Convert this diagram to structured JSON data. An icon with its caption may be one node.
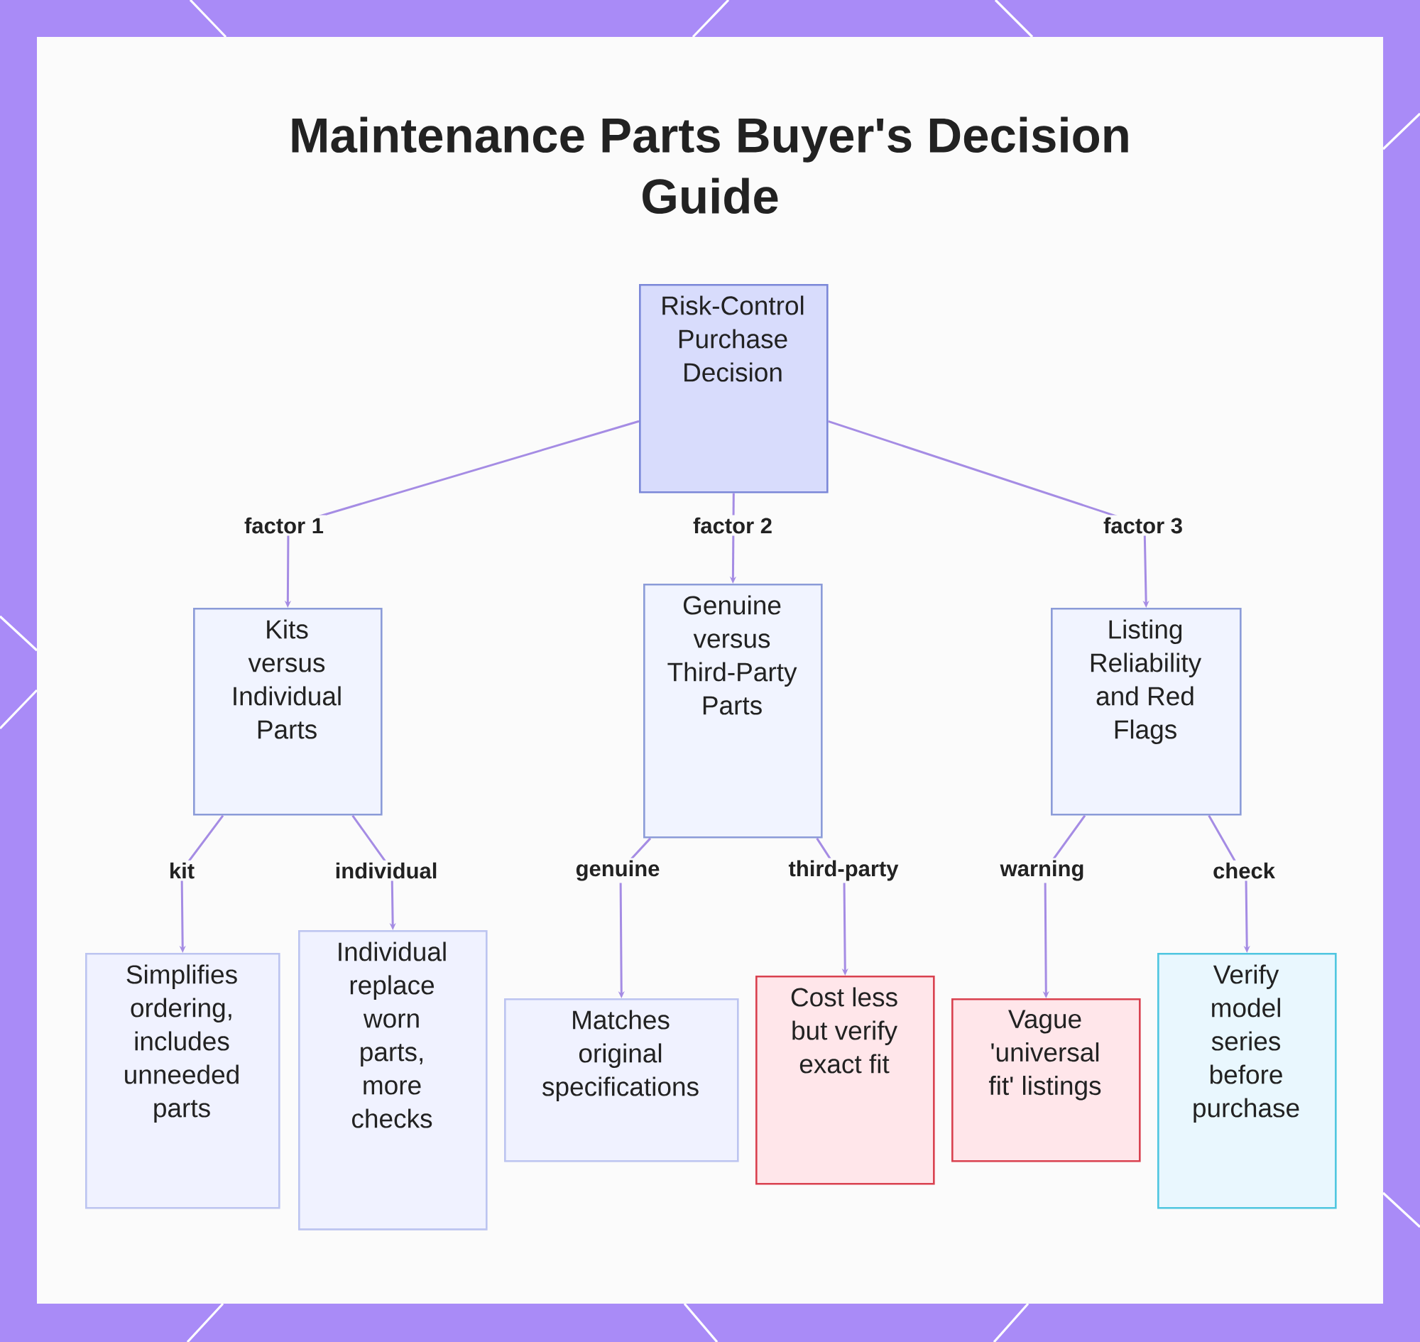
{
  "diagram": {
    "title": "Maintenance Parts Buyer's Decision Guide",
    "nodes": [
      {
        "text": [
          "Risk-Control Purchase Decision"
        ]
      },
      {
        "text": [
          "Kits versus Individual Parts"
        ]
      },
      {
        "text": [
          "Genuine versus Third-Party Parts"
        ]
      },
      {
        "text": [
          "Listing Reliability and Red Flags"
        ]
      },
      {
        "text": [
          "Simplifies ordering, includes unneeded parts"
        ]
      },
      {
        "text": [
          "Individual replace worn parts, more checks"
        ]
      },
      {
        "text": [
          "Matches original specifications"
        ]
      },
      {
        "text": [
          "Cost less but verify exact fit"
        ]
      },
      {
        "text": [
          "Vague 'universal fit' listings"
        ]
      },
      {
        "text": [
          "Verify model series before purchase"
        ]
      }
    ],
    "edges": [
      {
        "from": 0,
        "to": 1,
        "arrow": "to",
        "label": "factor 1"
      },
      {
        "from": 0,
        "to": 2,
        "arrow": "to",
        "label": "factor 2"
      },
      {
        "from": 0,
        "to": 3,
        "arrow": "to",
        "label": "factor 3"
      },
      {
        "from": 1,
        "to": 4,
        "arrow": "to",
        "label": "kit"
      },
      {
        "from": 1,
        "to": 5,
        "arrow": "to",
        "label": "individual"
      },
      {
        "from": 2,
        "to": 6,
        "arrow": "to",
        "label": "genuine"
      },
      {
        "from": 2,
        "to": 7,
        "arrow": "to",
        "label": "third-party"
      },
      {
        "from": 3,
        "to": 8,
        "arrow": "to",
        "label": "warning"
      },
      {
        "from": 3,
        "to": 9,
        "arrow": "to",
        "label": "check"
      }
    ]
  }
}
